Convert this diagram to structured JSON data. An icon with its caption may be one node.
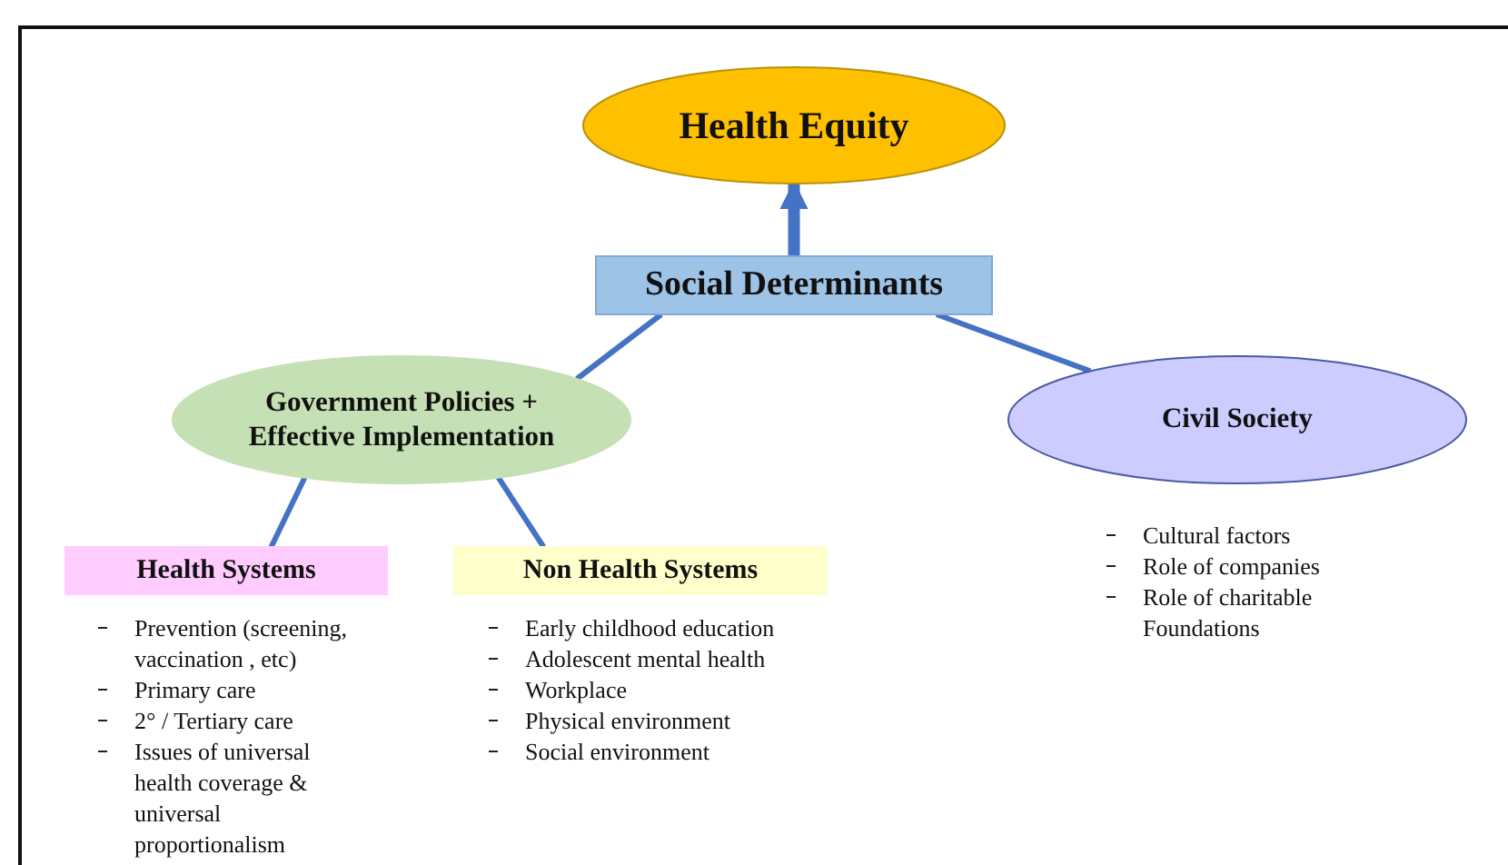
{
  "diagram": {
    "nodes": [
      {
        "text": [
          "Health Equity"
        ]
      },
      {
        "text": [
          "Social Determinants"
        ]
      },
      {
        "text": [
          "Government Policies + Effective Implementation"
        ]
      },
      {
        "text": [
          "Civil Society"
        ],
        "beside": [
          "Cultural factors",
          "Role of companies",
          "Role of charitable Foundations"
        ]
      },
      {
        "text": [
          "Health Systems"
        ],
        "beside": [
          "Prevention (screening, vaccination , etc)",
          "Primary care",
          "2° / Tertiary care",
          "Issues of universal health coverage & universal proportionalism"
        ]
      },
      {
        "text": [
          "Non Health Systems"
        ],
        "beside": [
          "Early childhood education",
          "Adolescent mental health",
          "Workplace",
          "Physical environment",
          "Social environment"
        ]
      }
    ],
    "edges": [
      {
        "from": 1,
        "to": 0,
        "arrow": "to",
        "style": "thick"
      },
      {
        "from": 1,
        "to": 2,
        "arrow": "none"
      },
      {
        "from": 1,
        "to": 3,
        "arrow": "none"
      },
      {
        "from": 2,
        "to": 4,
        "arrow": "none"
      },
      {
        "from": 2,
        "to": 5,
        "arrow": "none"
      }
    ]
  }
}
